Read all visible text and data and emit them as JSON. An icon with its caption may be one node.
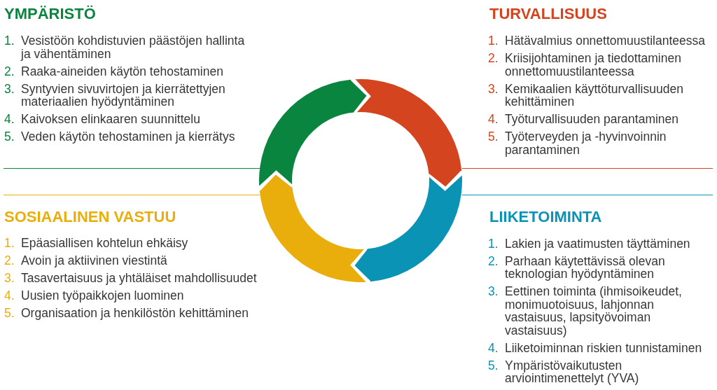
{
  "diagram": {
    "nodes": [
      {
        "text": [
          "YMPÄRISTÖ",
          "1. Vesistöön kohdistuvien päästöjen hallinta ja vähentäminen",
          "2. Raaka-aineiden käytön tehostaminen",
          "3. Syntyvien sivuvirtojen ja kierrätettyjen materiaalien hyödyntäminen",
          "4. Kaivoksen elinkaaren suunnittelu",
          "5. Veden käytön tehostaminen ja kierrätys"
        ]
      },
      {
        "text": [
          "TURVALLISUUS",
          "1. Hätävalmius onnettomuustilanteessa",
          "2. Kriisijohtaminen ja tiedottaminen onnettomuustilanteessa",
          "3. Kemikaalien käyttöturvallisuuden kehittäminen",
          "4. Työturvallisuuden parantaminen",
          "5. Työterveyden ja -hyvinvoinnin parantaminen"
        ]
      },
      {
        "text": [
          "SOSIAALINEN VASTUU",
          "1. Epäasiallisen kohtelun ehkäisy",
          "2. Avoin ja aktiivinen viestintä",
          "3. Tasavertaisuus ja yhtäläiset mahdollisuudet",
          "4. Uusien työpaikkojen luominen",
          "5. Organisaation ja henkilöstön kehittäminen"
        ]
      },
      {
        "text": [
          "LIIKETOIMINTA",
          "1. Lakien ja vaatimusten täyttäminen",
          "2. Parhaan käytettävissä olevan teknologian hyödyntäminen",
          "3. Eettinen toiminta (ihmisoikeudet, monimuotoisuus, lahjonnan vastaisuus, lapsityövoiman vastaisuus)",
          "4. Liiketoiminnan riskien tunnistaminen",
          "5. Ympäristövaikutusten arviointimenettelyt (YVA)"
        ]
      },
      {
        "text": [],
        "shape": "arc"
      },
      {
        "text": [],
        "shape": "arc"
      },
      {
        "text": [],
        "shape": "arc"
      },
      {
        "text": [],
        "shape": "arc"
      }
    ],
    "edges": [
      {
        "from": 4,
        "to": 5,
        "arrow": "to",
        "color": "#0a8540"
      },
      {
        "from": 5,
        "to": 7,
        "arrow": "to",
        "color": "#d4441f"
      },
      {
        "from": 7,
        "to": 6,
        "arrow": "to",
        "color": "#0a93b5"
      },
      {
        "from": 6,
        "to": 4,
        "arrow": "to",
        "color": "#e9ae0c"
      }
    ]
  }
}
